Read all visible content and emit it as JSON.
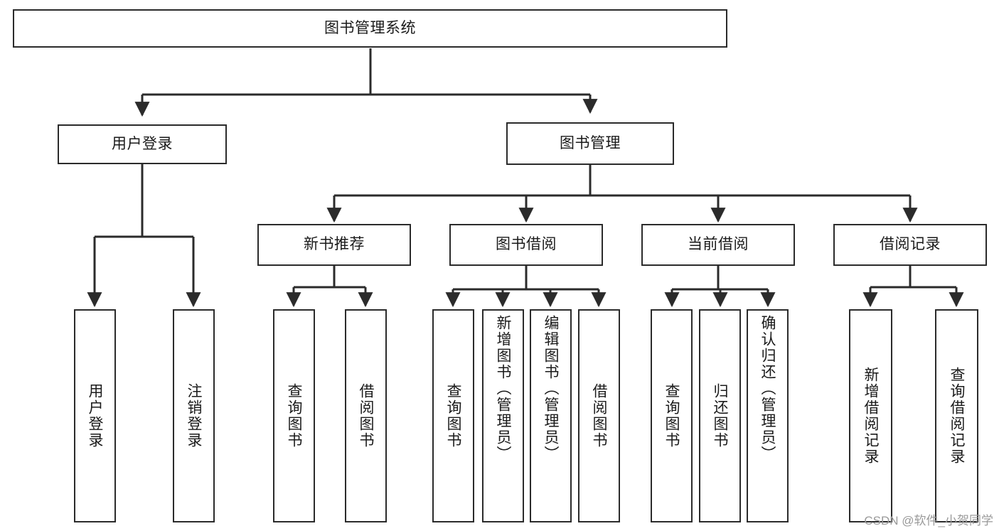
{
  "diagram": {
    "title": "图书管理系统",
    "type": "tree-hierarchy-diagram",
    "colors": {
      "box_border": "#2b2b2b",
      "box_fill": "#ffffff",
      "edge": "#2b2b2b",
      "text": "#1a1a1a",
      "watermark": "#9a9a9a"
    },
    "root": {
      "label": "图书管理系统"
    },
    "level2": [
      {
        "label": "用户登录"
      },
      {
        "label": "图书管理"
      }
    ],
    "level3": [
      {
        "label": "新书推荐"
      },
      {
        "label": "图书借阅"
      },
      {
        "label": "当前借阅"
      },
      {
        "label": "借阅记录"
      }
    ],
    "leaves": {
      "user_login": [
        {
          "label": "用户登录"
        },
        {
          "label": "注销登录"
        }
      ],
      "new_book_recommend": [
        {
          "label": "查询图书"
        },
        {
          "label": "借阅图书"
        }
      ],
      "book_borrow": [
        {
          "label": "查询图书"
        },
        {
          "label": "新增图书（管理员）"
        },
        {
          "label": "编辑图书（管理员）"
        },
        {
          "label": "借阅图书"
        }
      ],
      "current_borrow": [
        {
          "label": "查询图书"
        },
        {
          "label": "归还图书"
        },
        {
          "label": "确认归还（管理员）"
        }
      ],
      "borrow_record": [
        {
          "label": "新增借阅记录"
        },
        {
          "label": "查询借阅记录"
        }
      ]
    }
  },
  "watermark": {
    "text": "CSDN @软件_小贺同学"
  }
}
